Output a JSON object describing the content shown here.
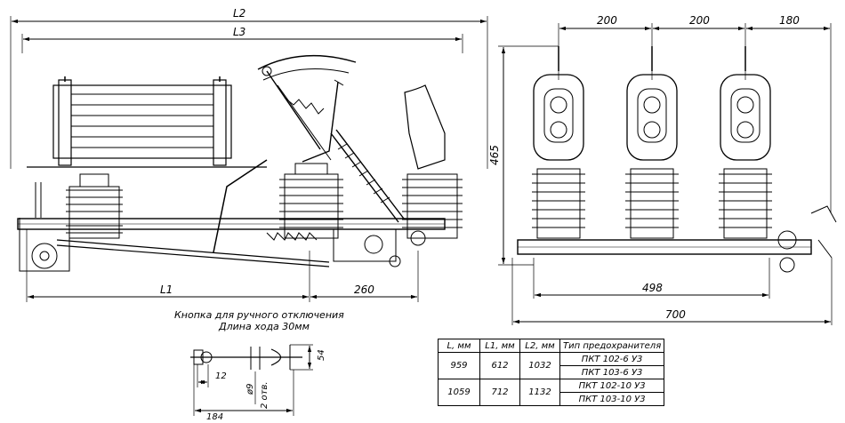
{
  "side_view": {
    "dims": {
      "l2": "L2",
      "l3": "L3",
      "l1": "L1",
      "d260": "260"
    }
  },
  "front_view": {
    "dims": {
      "d200a": "200",
      "d200b": "200",
      "d180": "180",
      "d465": "465",
      "d498": "498",
      "d700": "700"
    }
  },
  "button_detail": {
    "caption_line1": "Кнопка для ручного отключения",
    "caption_line2": "Длина хода 30мм",
    "dims": {
      "d54": "54",
      "d12": "12",
      "d9": "ø9",
      "holes": "2 отв.",
      "d184": "184"
    }
  },
  "spec_table": {
    "headers": [
      "L, мм",
      "L1, мм",
      "L2, мм",
      "Тип предохранителя"
    ],
    "rows": [
      {
        "l": "959",
        "l1": "612",
        "l2": "1032",
        "types": [
          "ПКТ 102-6 У3",
          "ПКТ 103-6 У3"
        ]
      },
      {
        "l": "1059",
        "l1": "712",
        "l2": "1132",
        "types": [
          "ПКТ 102-10 У3",
          "ПКТ 103-10 У3"
        ]
      }
    ]
  }
}
